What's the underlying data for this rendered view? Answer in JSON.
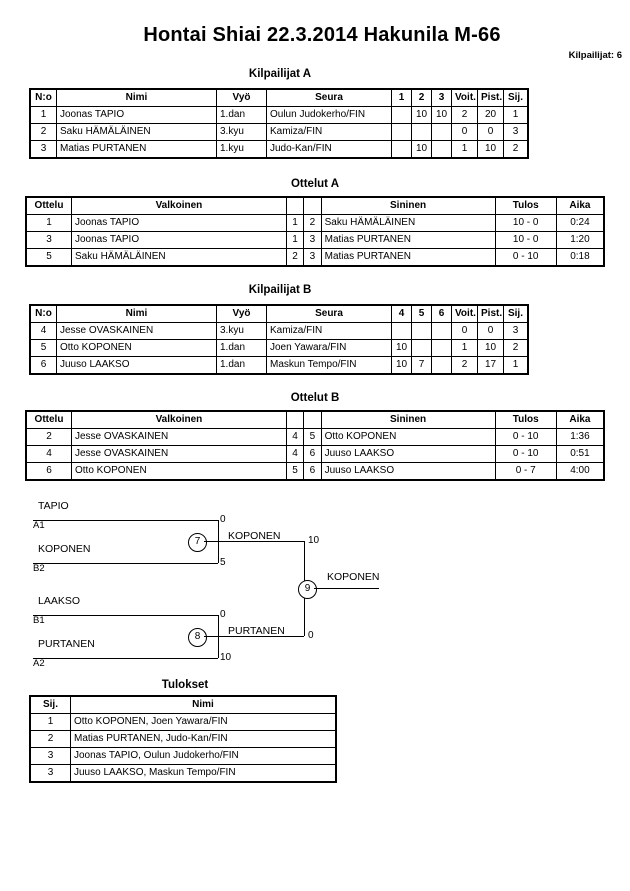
{
  "header": {
    "title": "Hontai Shiai   22.3.2014  Hakunila   M-66",
    "entrants": "Kilpailijat: 6"
  },
  "pool_a": {
    "caption": "Kilpailijat A",
    "columns": [
      "N:o",
      "Nimi",
      "Vyö",
      "Seura",
      "1",
      "2",
      "3",
      "Voit.",
      "Pist.",
      "Sij."
    ],
    "rows": [
      {
        "no": "1",
        "name": "Joonas TAPIO",
        "belt": "1.dan",
        "club": "Oulun Judokerho/FIN",
        "m1": "",
        "m2": "10",
        "m3": "10",
        "wins": "2",
        "points": "20",
        "rank": "1"
      },
      {
        "no": "2",
        "name": "Saku HÄMÄLÄINEN",
        "belt": "3.kyu",
        "club": "Kamiza/FIN",
        "m1": "",
        "m2": "",
        "m3": "",
        "wins": "0",
        "points": "0",
        "rank": "3"
      },
      {
        "no": "3",
        "name": "Matias PURTANEN",
        "belt": "1.kyu",
        "club": "Judo-Kan/FIN",
        "m1": "",
        "m2": "10",
        "m3": "",
        "wins": "1",
        "points": "10",
        "rank": "2"
      }
    ]
  },
  "matches_a": {
    "caption": "Ottelut A",
    "columns": [
      "Ottelu",
      "Valkoinen",
      "",
      "",
      "Sininen",
      "Tulos",
      "Aika"
    ],
    "rows": [
      {
        "no": "1",
        "white": "Joonas TAPIO",
        "white_no": "1",
        "blue_no": "2",
        "blue": "Saku HÄMÄLÄINEN",
        "result": "10 - 0",
        "time": "0:24"
      },
      {
        "no": "3",
        "white": "Joonas TAPIO",
        "white_no": "1",
        "blue_no": "3",
        "blue": "Matias PURTANEN",
        "result": "10 - 0",
        "time": "1:20"
      },
      {
        "no": "5",
        "white": "Saku HÄMÄLÄINEN",
        "white_no": "2",
        "blue_no": "3",
        "blue": "Matias PURTANEN",
        "result": "0 - 10",
        "time": "0:18"
      }
    ]
  },
  "pool_b": {
    "caption": "Kilpailijat B",
    "columns": [
      "N:o",
      "Nimi",
      "Vyö",
      "Seura",
      "4",
      "5",
      "6",
      "Voit.",
      "Pist.",
      "Sij."
    ],
    "rows": [
      {
        "no": "4",
        "name": "Jesse OVASKAINEN",
        "belt": "3.kyu",
        "club": "Kamiza/FIN",
        "m1": "",
        "m2": "",
        "m3": "",
        "wins": "0",
        "points": "0",
        "rank": "3"
      },
      {
        "no": "5",
        "name": "Otto KOPONEN",
        "belt": "1.dan",
        "club": "Joen Yawara/FIN",
        "m1": "10",
        "m2": "",
        "m3": "",
        "wins": "1",
        "points": "10",
        "rank": "2"
      },
      {
        "no": "6",
        "name": "Juuso LAAKSO",
        "belt": "1.dan",
        "club": "Maskun Tempo/FIN",
        "m1": "10",
        "m2": "7",
        "m3": "",
        "wins": "2",
        "points": "17",
        "rank": "1"
      }
    ]
  },
  "matches_b": {
    "caption": "Ottelut B",
    "columns": [
      "Ottelu",
      "Valkoinen",
      "",
      "",
      "Sininen",
      "Tulos",
      "Aika"
    ],
    "rows": [
      {
        "no": "2",
        "white": "Jesse OVASKAINEN",
        "white_no": "4",
        "blue_no": "5",
        "blue": "Otto KOPONEN",
        "result": "0 - 10",
        "time": "1:36"
      },
      {
        "no": "4",
        "white": "Jesse OVASKAINEN",
        "white_no": "4",
        "blue_no": "6",
        "blue": "Juuso LAAKSO",
        "result": "0 - 10",
        "time": "0:51"
      },
      {
        "no": "6",
        "white": "Otto KOPONEN",
        "white_no": "5",
        "blue_no": "6",
        "blue": "Juuso LAAKSO",
        "result": "0 - 7",
        "time": "4:00"
      }
    ]
  },
  "bracket": {
    "semi_upper": {
      "node": "7",
      "top": {
        "name": "TAPIO",
        "seed": "A1",
        "score": "0"
      },
      "bottom": {
        "name": "KOPONEN",
        "seed": "B2",
        "score": "5"
      },
      "winner": "KOPONEN",
      "winner_score": "10"
    },
    "semi_lower": {
      "node": "8",
      "top": {
        "name": "LAAKSO",
        "seed": "B1",
        "score": "0"
      },
      "bottom": {
        "name": "PURTANEN",
        "seed": "A2",
        "score": "10"
      },
      "winner": "PURTANEN",
      "winner_score": "0"
    },
    "final": {
      "node": "9",
      "winner": "KOPONEN"
    }
  },
  "results": {
    "caption": "Tulokset",
    "columns": [
      "Sij.",
      "Nimi"
    ],
    "rows": [
      {
        "rank": "1",
        "name": "Otto KOPONEN, Joen Yawara/FIN"
      },
      {
        "rank": "2",
        "name": "Matias PURTANEN, Judo-Kan/FIN"
      },
      {
        "rank": "3",
        "name": "Joonas TAPIO, Oulun Judokerho/FIN"
      },
      {
        "rank": "3",
        "name": "Juuso LAAKSO, Maskun Tempo/FIN"
      }
    ]
  }
}
